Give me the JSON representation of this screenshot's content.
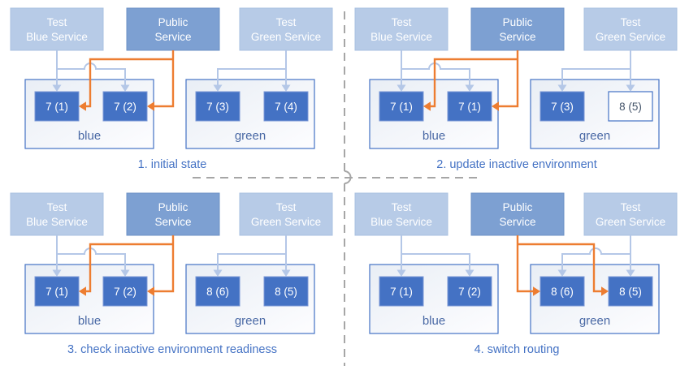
{
  "colors": {
    "light_service_fill": "#b7cbe7",
    "public_service_fill": "#7da0d2",
    "pod_fill": "#4472c4",
    "pod_outline_border": "#4472c4",
    "pod_outline_text": "#44546a",
    "environment_border": "#4472c4",
    "environment_label": "#4a69a5",
    "caption_text": "#4472c4",
    "test_route_arrow": "#b4c7e7",
    "public_route_arrow": "#ed7d31",
    "divider_dash": "#a6a6a6"
  },
  "quadrants": [
    {
      "caption": "1. initial state",
      "public_route": "blue",
      "services": {
        "test_blue": {
          "line1": "Test",
          "line2": "Blue Service"
        },
        "public": {
          "line1": "Public",
          "line2": "Service"
        },
        "test_green": {
          "line1": "Test",
          "line2": "Green Service"
        }
      },
      "blue_env": {
        "label": "blue",
        "pods": [
          {
            "text": "7 (1)",
            "filled": true
          },
          {
            "text": "7 (2)",
            "filled": true
          }
        ]
      },
      "green_env": {
        "label": "green",
        "pods": [
          {
            "text": "7 (3)",
            "filled": true
          },
          {
            "text": "7 (4)",
            "filled": true
          }
        ]
      }
    },
    {
      "caption": "2. update inactive environment",
      "public_route": "blue",
      "services": {
        "test_blue": {
          "line1": "Test",
          "line2": "Blue Service"
        },
        "public": {
          "line1": "Public",
          "line2": "Service"
        },
        "test_green": {
          "line1": "Test",
          "line2": "Green Service"
        }
      },
      "blue_env": {
        "label": "blue",
        "pods": [
          {
            "text": "7 (1)",
            "filled": true
          },
          {
            "text": "7 (1)",
            "filled": true
          }
        ]
      },
      "green_env": {
        "label": "green",
        "pods": [
          {
            "text": "7 (3)",
            "filled": true
          },
          {
            "text": "8 (5)",
            "filled": false
          }
        ]
      }
    },
    {
      "caption": "3. check inactive environment readiness",
      "public_route": "blue",
      "services": {
        "test_blue": {
          "line1": "Test",
          "line2": "Blue Service"
        },
        "public": {
          "line1": "Public",
          "line2": "Service"
        },
        "test_green": {
          "line1": "Test",
          "line2": "Green Service"
        }
      },
      "blue_env": {
        "label": "blue",
        "pods": [
          {
            "text": "7 (1)",
            "filled": true
          },
          {
            "text": "7 (2)",
            "filled": true
          }
        ]
      },
      "green_env": {
        "label": "green",
        "pods": [
          {
            "text": "8 (6)",
            "filled": true
          },
          {
            "text": "8 (5)",
            "filled": true
          }
        ]
      }
    },
    {
      "caption": "4. switch routing",
      "public_route": "green",
      "services": {
        "test_blue": {
          "line1": "Test",
          "line2": "Blue Service"
        },
        "public": {
          "line1": "Public",
          "line2": "Service"
        },
        "test_green": {
          "line1": "Test",
          "line2": "Green Service"
        }
      },
      "blue_env": {
        "label": "blue",
        "pods": [
          {
            "text": "7 (1)",
            "filled": true
          },
          {
            "text": "7 (2)",
            "filled": true
          }
        ]
      },
      "green_env": {
        "label": "green",
        "pods": [
          {
            "text": "8 (6)",
            "filled": true
          },
          {
            "text": "8 (5)",
            "filled": true
          }
        ]
      }
    }
  ]
}
